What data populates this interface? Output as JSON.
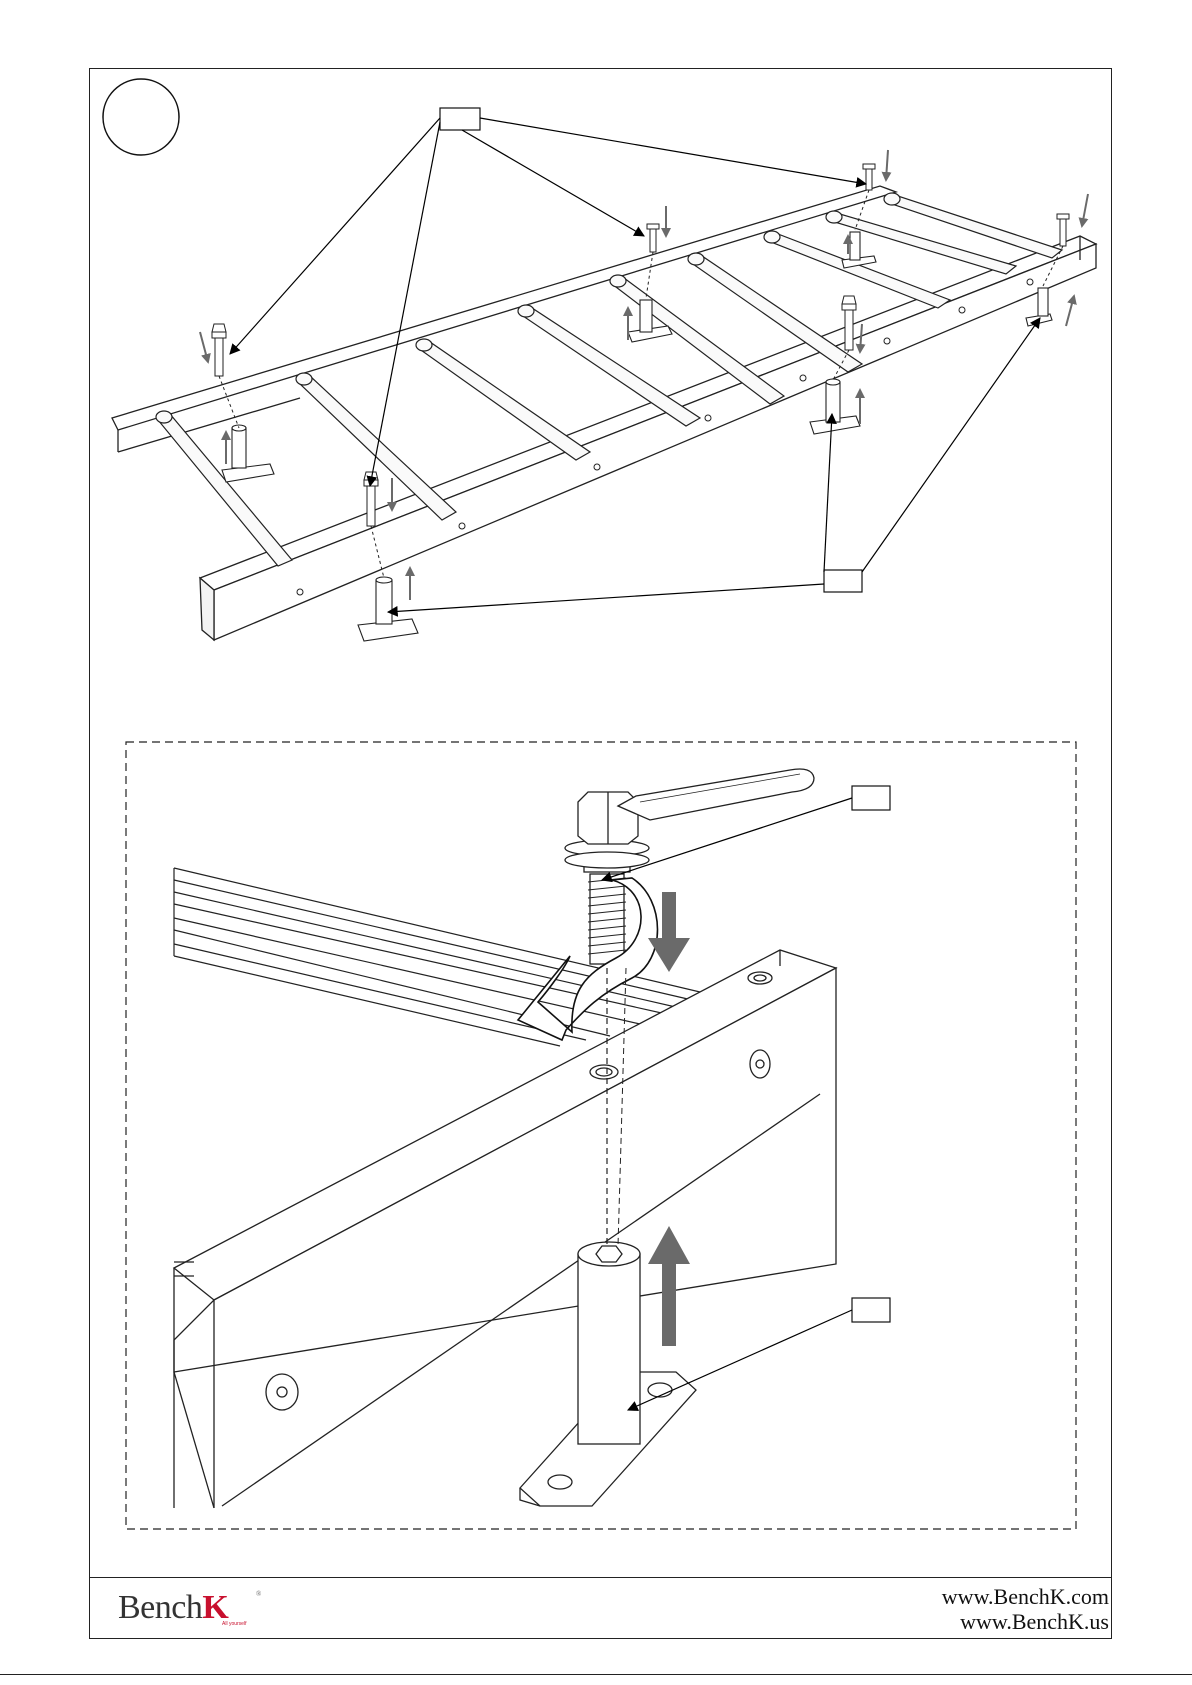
{
  "footer": {
    "brand": {
      "name_part1": "Bench",
      "name_part2": "K",
      "registered_mark": "®",
      "tagline": "All yourself",
      "accent_color": "#c8102e"
    },
    "websites": [
      "www.BenchK.com",
      "www.BenchK.us"
    ]
  },
  "illustration": {
    "overview_step_number": "",
    "overview_callout_bolt_label": "",
    "overview_callout_foot_label": "",
    "detail_callout_bolt_label": "",
    "detail_callout_foot_label": "",
    "arrow_color": "#6a6a6a"
  }
}
